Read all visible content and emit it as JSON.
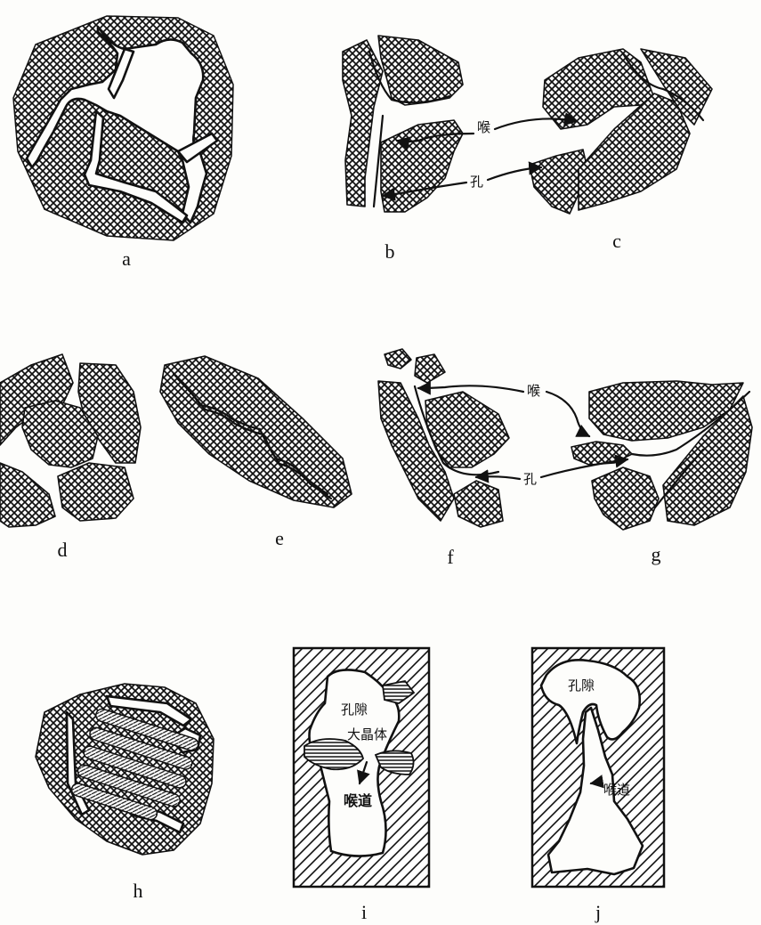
{
  "panels": {
    "a": "a",
    "b": "b",
    "c": "c",
    "d": "d",
    "e": "e",
    "f": "f",
    "g": "g",
    "h": "h",
    "i": "i",
    "j": "j"
  },
  "annotations": {
    "throat": "喉",
    "pore": "孔",
    "pore_space": "孔隙",
    "large_crystal": "大晶体",
    "throat_channel": "喉道"
  }
}
